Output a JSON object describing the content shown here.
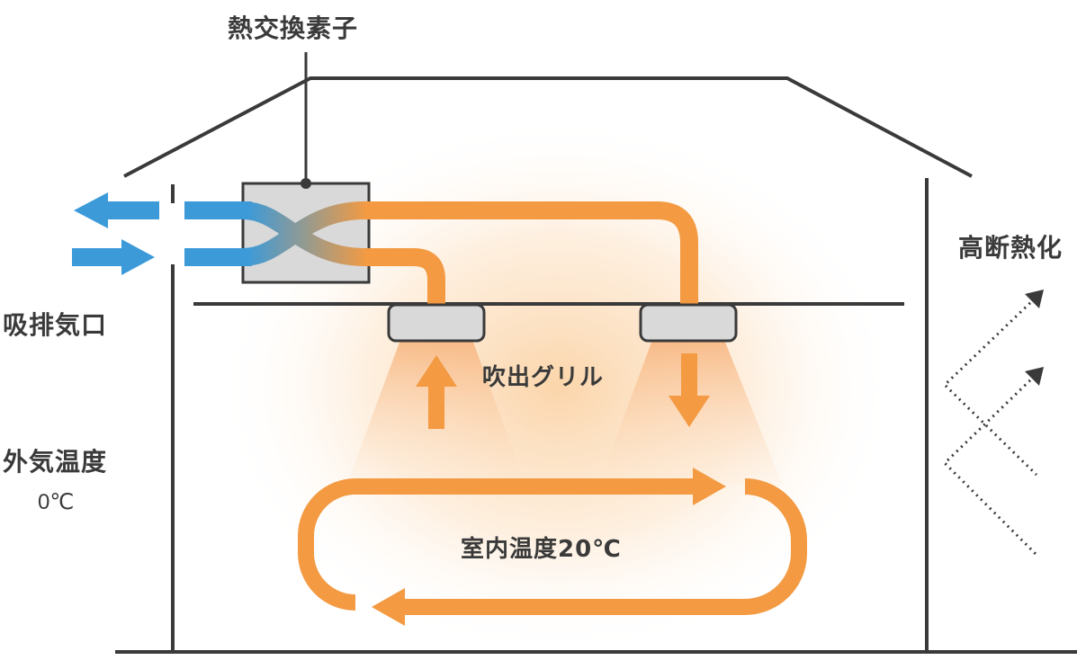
{
  "labels": {
    "heat_exchanger": "熱交換素子",
    "exhaust_intake": "吸排気口",
    "outside_temp": "外気温度",
    "outside_temp_value": "0℃",
    "outlet_grill": "吹出グリル",
    "room_temp": "室内温度20℃",
    "insulation": "高断熱化"
  },
  "colors": {
    "outline": "#3a3a3a",
    "warm_air": "#f39a42",
    "cold_air": "#3c9ad9",
    "glow": "#fbd3a6",
    "unit_fill": "#d9d9d9"
  }
}
